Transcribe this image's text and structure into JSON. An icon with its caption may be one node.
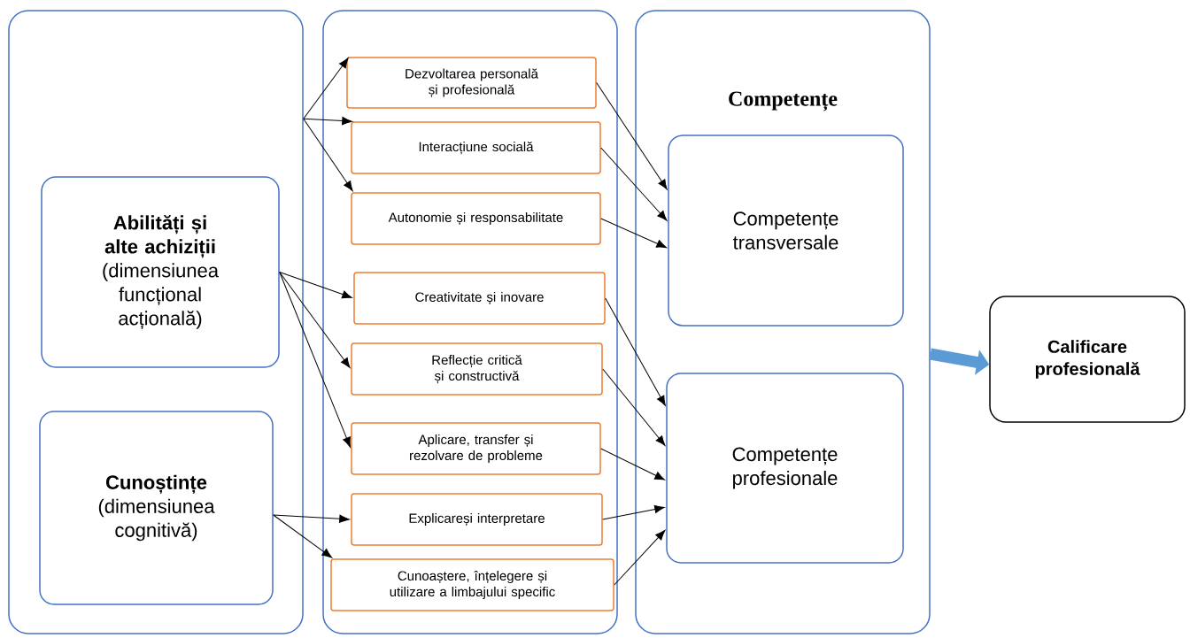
{
  "diagram": {
    "nodes": [
      {
        "text": [],
        "shape": "box"
      },
      {
        "text": [
          "Abilități și alte achiziții",
          "(dimensiunea funcțional acțională)"
        ],
        "in": 0
      },
      {
        "text": [
          "Cunoștințe",
          "(dimensiunea cognitivă)"
        ],
        "in": 0
      },
      {
        "text": [],
        "shape": "box"
      },
      {
        "text": [
          "Dezvoltarea personală și profesională"
        ],
        "in": 3
      },
      {
        "text": [
          "Interacțiune socială"
        ],
        "in": 3
      },
      {
        "text": [
          "Autonomie și responsabilitate"
        ],
        "in": 3
      },
      {
        "text": [
          "Creativitate și inovare"
        ],
        "in": 3
      },
      {
        "text": [
          "Reflecție critică și constructivă"
        ],
        "in": 3
      },
      {
        "text": [
          "Aplicare, transfer și rezolvare de probleme"
        ],
        "in": 3
      },
      {
        "text": [
          "Explicareși interpretare"
        ],
        "in": 3
      },
      {
        "text": [
          "Cunoaștere, înțelegere și utilizare a limbajului specific"
        ],
        "in": 3
      },
      {
        "text": [
          "Competențe"
        ]
      },
      {
        "text": [
          "Competențe transversale"
        ],
        "in": 12
      },
      {
        "text": [
          "Competențe profesionale"
        ],
        "in": 12
      },
      {
        "text": [
          "Calificare profesională"
        ]
      }
    ],
    "edges": [
      {
        "from": 0,
        "to": 4,
        "arrow": "to"
      },
      {
        "from": 0,
        "to": 5,
        "arrow": "to"
      },
      {
        "from": 0,
        "to": 6,
        "arrow": "to"
      },
      {
        "from": 1,
        "to": 7,
        "arrow": "to"
      },
      {
        "from": 1,
        "to": 8,
        "arrow": "to"
      },
      {
        "from": 1,
        "to": 9,
        "arrow": "to"
      },
      {
        "from": 2,
        "to": 10,
        "arrow": "to"
      },
      {
        "from": 2,
        "to": 11,
        "arrow": "to"
      },
      {
        "from": 4,
        "to": 13,
        "arrow": "to"
      },
      {
        "from": 5,
        "to": 13,
        "arrow": "to"
      },
      {
        "from": 6,
        "to": 13,
        "arrow": "to"
      },
      {
        "from": 7,
        "to": 14,
        "arrow": "to"
      },
      {
        "from": 8,
        "to": 14,
        "arrow": "to"
      },
      {
        "from": 9,
        "to": 14,
        "arrow": "to"
      },
      {
        "from": 10,
        "to": 14,
        "arrow": "to"
      },
      {
        "from": 11,
        "to": 14,
        "arrow": "to"
      },
      {
        "from": 12,
        "to": 15,
        "arrow": "to",
        "style": "thick",
        "color": "#5b9bd5"
      }
    ]
  }
}
